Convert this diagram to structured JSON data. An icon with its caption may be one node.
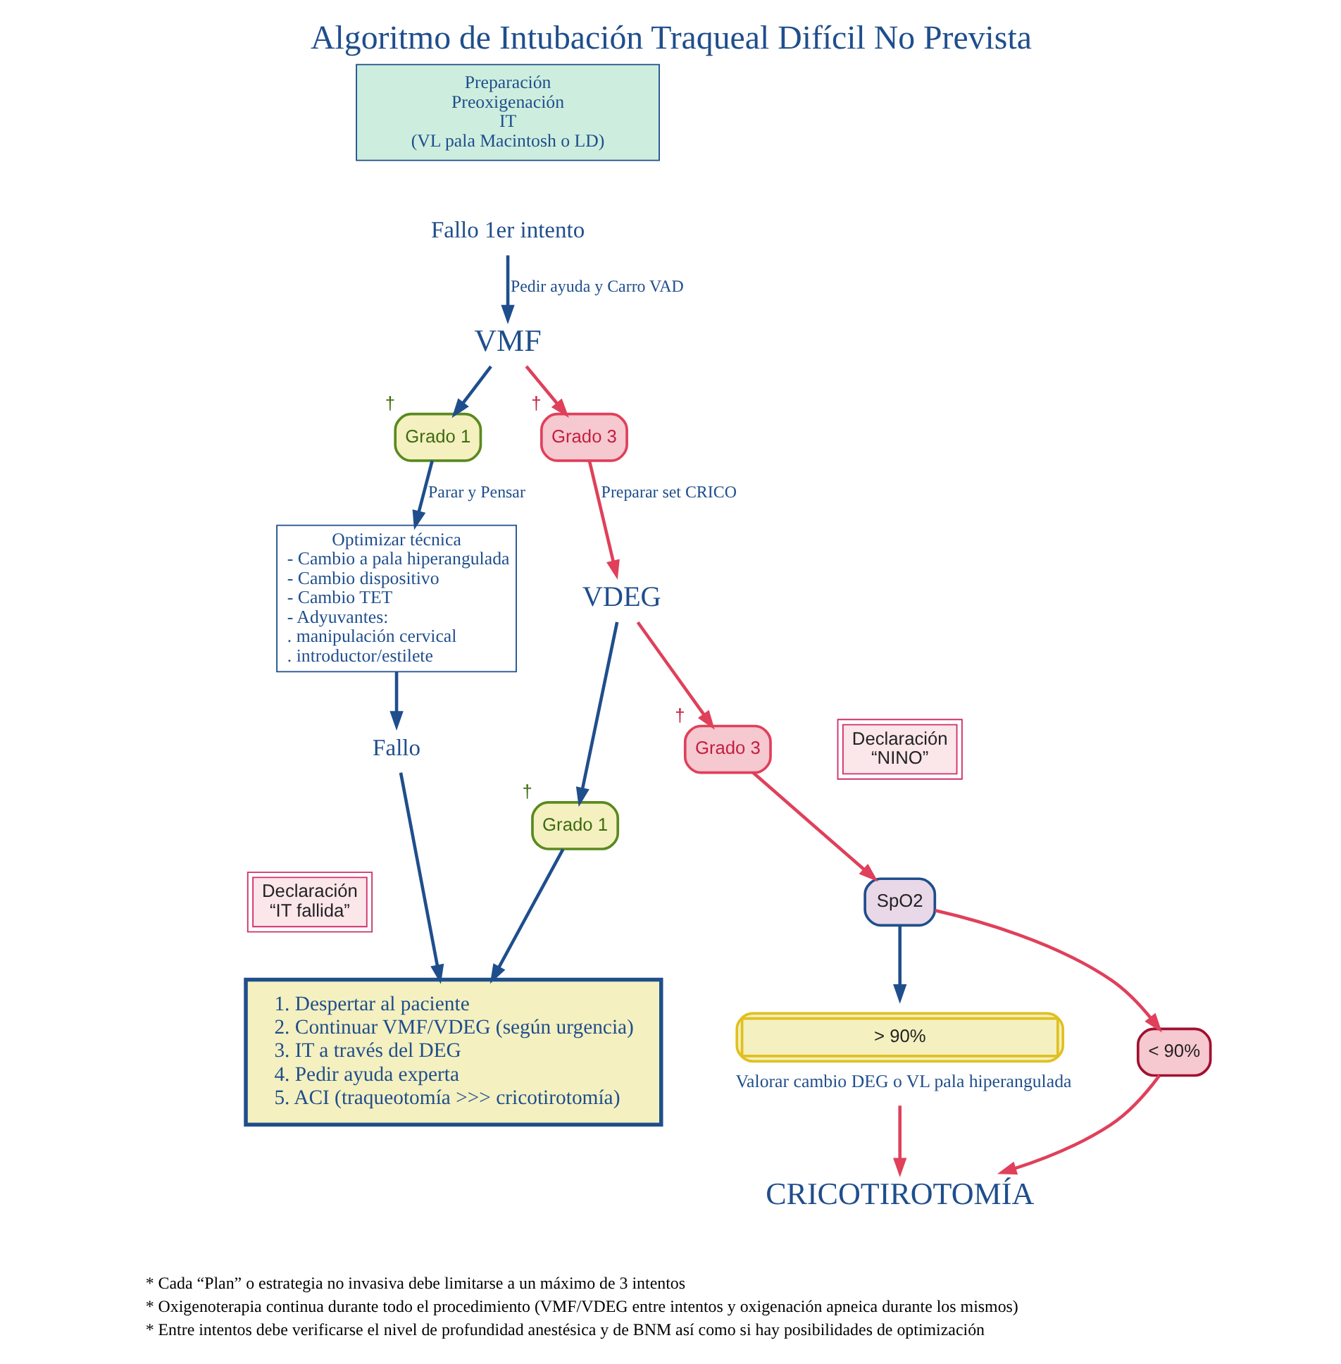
{
  "diagram": {
    "title": "Algoritmo de Intubación Traqueal Difícil No Prevista",
    "nodes": [
      {
        "text": [
          "Preparación",
          "Preoxigenación",
          "IT",
          "(VL pala Macintosh o LD)"
        ]
      },
      {
        "text": [
          "Fallo 1er intento"
        ]
      },
      {
        "text": [
          "VMF"
        ]
      },
      {
        "text": [
          "Grado 1"
        ],
        "beside": [
          "†"
        ]
      },
      {
        "text": [
          "Grado 3"
        ],
        "beside": [
          "†"
        ]
      },
      {
        "text": [
          "Optimizar técnica",
          "- Cambio a pala hiperangulada",
          "- Cambio dispositivo",
          "- Cambio TET",
          "- Adyuvantes:",
          ". manipulación cervical",
          ". introductor/estilete"
        ]
      },
      {
        "text": [
          "Fallo"
        ]
      },
      {
        "text": [
          "Declaración",
          "“IT fallida”"
        ]
      },
      {
        "text": [
          "1. Despertar al paciente",
          "2. Continuar VMF/VDEG (según urgencia)",
          "3. IT a través del DEG",
          "4. Pedir ayuda experta",
          "5. ACI (traqueotomía >>> cricotirotomía)"
        ]
      },
      {
        "text": [
          "VDEG"
        ]
      },
      {
        "text": [
          "Grado 1"
        ],
        "beside": [
          "†"
        ]
      },
      {
        "text": [
          "Grado 3"
        ],
        "beside": [
          "†"
        ]
      },
      {
        "text": [
          "Declaración",
          "“NINO”"
        ]
      },
      {
        "text": [
          "SpO2"
        ]
      },
      {
        "text": [
          "> 90%"
        ],
        "beside": [
          "Valorar cambio DEG o VL pala hiperangulada"
        ]
      },
      {
        "text": [
          "< 90%"
        ]
      },
      {
        "text": [
          "CRICOTIROTOMÍA"
        ]
      }
    ],
    "edges": [
      {
        "from": 1,
        "to": 2,
        "arrow": "to",
        "label": "Pedir ayuda y Carro VAD"
      },
      {
        "from": 2,
        "to": 3,
        "arrow": "to"
      },
      {
        "from": 2,
        "to": 4,
        "arrow": "to",
        "color": "#e0405a"
      },
      {
        "from": 3,
        "to": 5,
        "arrow": "to",
        "label": "Parar y Pensar"
      },
      {
        "from": 4,
        "to": 9,
        "arrow": "to",
        "label": "Preparar set CRICO",
        "color": "#e0405a"
      },
      {
        "from": 5,
        "to": 6,
        "arrow": "to"
      },
      {
        "from": 6,
        "to": 8,
        "arrow": "to"
      },
      {
        "from": 9,
        "to": 10,
        "arrow": "to"
      },
      {
        "from": 9,
        "to": 11,
        "arrow": "to",
        "color": "#e0405a"
      },
      {
        "from": 10,
        "to": 8,
        "arrow": "to"
      },
      {
        "from": 11,
        "to": 13,
        "arrow": "to",
        "color": "#e0405a"
      },
      {
        "from": 13,
        "to": 14,
        "arrow": "to"
      },
      {
        "from": 13,
        "to": 15,
        "arrow": "to",
        "color": "#e0405a"
      },
      {
        "from": 14,
        "to": 16,
        "arrow": "to",
        "color": "#e0405a"
      },
      {
        "from": 15,
        "to": 16,
        "arrow": "to",
        "color": "#e0405a"
      }
    ],
    "labels": [
      "* Cada “Plan” o estrategia no invasiva debe limitarse a un máximo de 3 intentos",
      "* Oxigenoterapia continua durante todo el procedimiento (VMF/VDEG entre intentos y oxigenación apneica durante los mismos)",
      "* Entre intentos debe verificarse el nivel de profundidad anestésica y de BNM así como si hay posibilidades de optimización"
    ]
  }
}
